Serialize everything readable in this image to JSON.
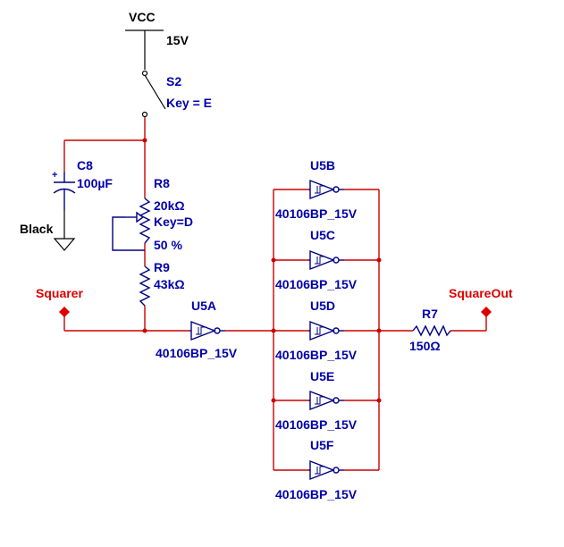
{
  "supply": {
    "name": "VCC",
    "voltage": "15V"
  },
  "switch": {
    "ref": "S2",
    "key": "Key = E"
  },
  "capacitor": {
    "ref": "C8",
    "value": "100µF"
  },
  "ground": {
    "label": "Black"
  },
  "pot": {
    "ref": "R8",
    "value": "20kΩ",
    "key": "Key=D",
    "setting": "50 %"
  },
  "resistor_r9": {
    "ref": "R9",
    "value": "43kΩ"
  },
  "resistor_r7": {
    "ref": "R7",
    "value": "150Ω"
  },
  "probes": {
    "input": "Squarer",
    "output": "SquareOut"
  },
  "gates": [
    {
      "ref": "U5A",
      "part": "40106BP_15V"
    },
    {
      "ref": "U5B",
      "part": "40106BP_15V"
    },
    {
      "ref": "U5C",
      "part": "40106BP_15V"
    },
    {
      "ref": "U5D",
      "part": "40106BP_15V"
    },
    {
      "ref": "U5E",
      "part": "40106BP_15V"
    },
    {
      "ref": "U5F",
      "part": "40106BP_15V"
    }
  ],
  "colors": {
    "wire": "#cc0000",
    "component": "#000080",
    "label": "#0000aa",
    "probe": "#dd0000"
  }
}
